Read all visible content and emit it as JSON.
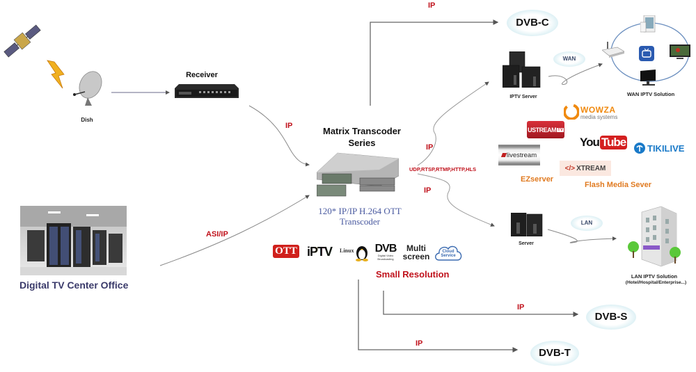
{
  "source": {
    "dish_label": "Dish",
    "receiver_label": "Receiver",
    "center_office_label": "Digital TV Center Office"
  },
  "links": {
    "receiver_to_transcoder": "IP",
    "office_to_transcoder": "ASI/IP",
    "to_dvbc": "IP",
    "to_iptv_server": "IP",
    "protocols": "UDP,RTSP,RTMP,HTTP,HLS",
    "to_lan_server": "IP",
    "to_dvbs": "IP",
    "to_dvbt": "IP",
    "wan": "WAN",
    "lan": "LAN"
  },
  "transcoder": {
    "title_line1": "Matrix Transcoder",
    "title_line2": "Series",
    "subtitle_line1": "120* IP/IP H.264 OTT",
    "subtitle_line2": "Transcoder"
  },
  "features": {
    "ott": "OTT",
    "iptv": "iPTV",
    "linux": "Linux",
    "dvb": "DVB",
    "dvb_sub": "Digital Video Broadcasting",
    "multiscreen_line1": "Multi",
    "multiscreen_line2": "screen",
    "cloud_line1": "Cloud",
    "cloud_line2": "Service",
    "small_resolution": "Small Resolution"
  },
  "outputs": {
    "dvbc": "DVB-C",
    "dvbs": "DVB-S",
    "dvbt": "DVB-T",
    "iptv_server_label": "IPTV Server",
    "wan_solution_label": "WAN IPTV Solution",
    "lan_server_label": "Server",
    "lan_solution_label": "LAN IPTV Solution",
    "lan_solution_sub": "(Hotel/Hospital/Enterprise...)"
  },
  "platforms": {
    "wowza": "WOWZA",
    "wowza_sub": "media systems",
    "ustream": "USTREAM",
    "ustream_tv": "TV",
    "youtube_you": "You",
    "youtube_tube": "Tube",
    "tikilive": "TIKILIVE",
    "livestream": "livestream",
    "xtream": "XTREAM",
    "ezserver": "EZserver",
    "flash_media": "Flash Media Sever"
  },
  "colors": {
    "link_label": "#c0111b",
    "platform_label": "#e07a20",
    "office_label": "#3a3a6a",
    "subtitle": "#4a5aa0"
  }
}
